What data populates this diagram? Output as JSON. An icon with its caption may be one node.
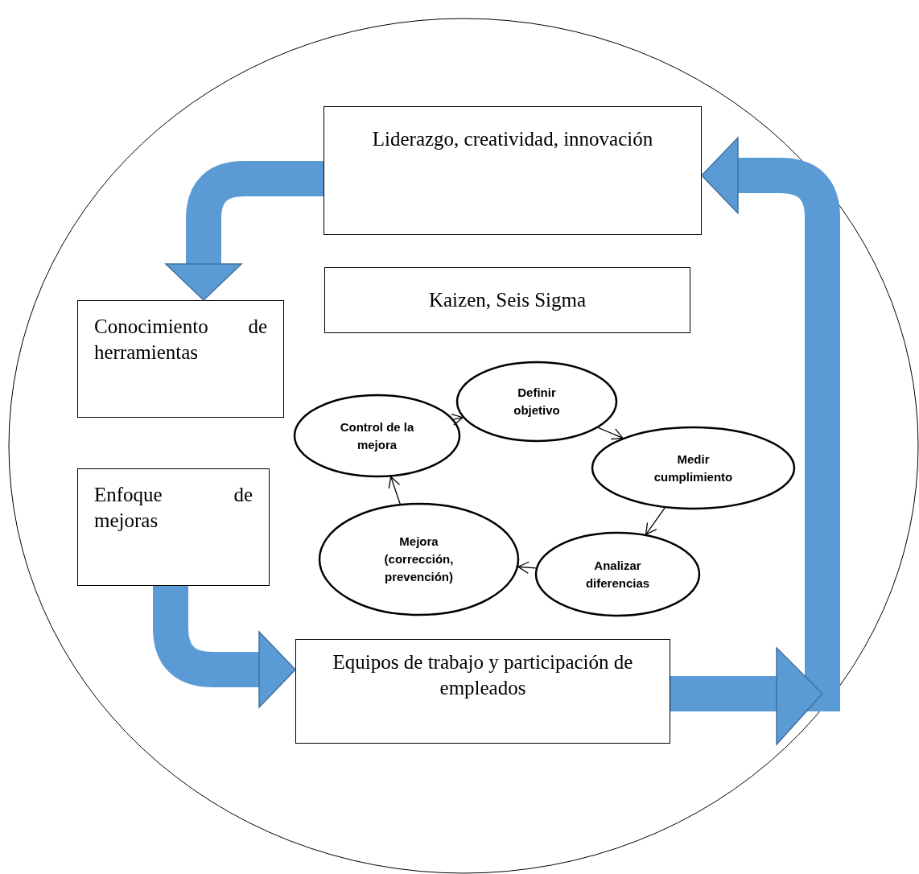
{
  "diagram": {
    "nodes": [
      {
        "text": [],
        "shape": "circle"
      },
      {
        "text": [
          "Liderazgo, creatividad, innovación"
        ],
        "in": 0
      },
      {
        "text": [
          "Kaizen, Seis Sigma"
        ],
        "in": 0
      },
      {
        "text": [
          "Conocimiento de herramientas"
        ],
        "in": 0
      },
      {
        "text": [
          "Definir objetivo"
        ],
        "in": 0
      },
      {
        "text": [
          "Control de la mejora"
        ],
        "in": 0
      },
      {
        "text": [
          "Medir cumplimiento"
        ],
        "in": 0
      },
      {
        "text": [
          "Enfoque de mejoras"
        ],
        "in": 0
      },
      {
        "text": [
          "Mejora (corrección, prevención)"
        ],
        "in": 0
      },
      {
        "text": [
          "Analizar diferencias"
        ],
        "in": 0
      },
      {
        "text": [
          "Equipos de trabajo y participación de empleados"
        ],
        "in": 0
      }
    ],
    "edges": [
      {
        "from": 1,
        "to": 3,
        "arrow": "to",
        "style": "thick",
        "color": "#5b9bd5"
      },
      {
        "from": 7,
        "to": 10,
        "arrow": "to",
        "style": "thick",
        "color": "#5b9bd5"
      },
      {
        "from": 10,
        "to": 1,
        "arrow": "to",
        "style": "thick",
        "color": "#5b9bd5"
      },
      {
        "from": 5,
        "to": 4,
        "arrow": "to"
      },
      {
        "from": 4,
        "to": 6,
        "arrow": "to"
      },
      {
        "from": 6,
        "to": 9,
        "arrow": "to"
      },
      {
        "from": 9,
        "to": 8,
        "arrow": "to"
      },
      {
        "from": 8,
        "to": 5,
        "arrow": "to"
      }
    ]
  }
}
